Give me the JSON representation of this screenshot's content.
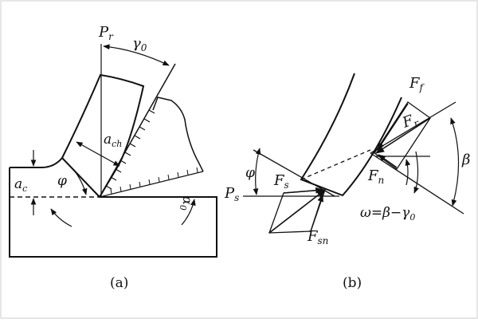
{
  "panel_a": {
    "caption": "(a)",
    "labels": {
      "p_r": "P",
      "p_r_sub": "r",
      "gamma0": "γ",
      "gamma0_sub": "0",
      "a_ch": "a",
      "a_ch_sub": "ch",
      "a_c": "a",
      "a_c_sub": "c",
      "phi": "φ",
      "alpha0": "α",
      "alpha0_sub": "0"
    }
  },
  "panel_b": {
    "caption": "(b)",
    "labels": {
      "f_f": "F",
      "f_f_sub": "f",
      "f_r": "F",
      "f_r_sub": "r",
      "f_n": "F",
      "f_n_sub": "n",
      "f_s": "F",
      "f_s_sub": "s",
      "f_sn": "F",
      "f_sn_sub": "sn",
      "p_s": "P",
      "p_s_sub": "s",
      "phi": "φ",
      "beta": "β",
      "omega_eq": "ω=β−γ",
      "omega_eq_sub": "0"
    }
  },
  "colors": {
    "ink": "#111111",
    "background": "#ffffff",
    "border": "#cccccc"
  }
}
